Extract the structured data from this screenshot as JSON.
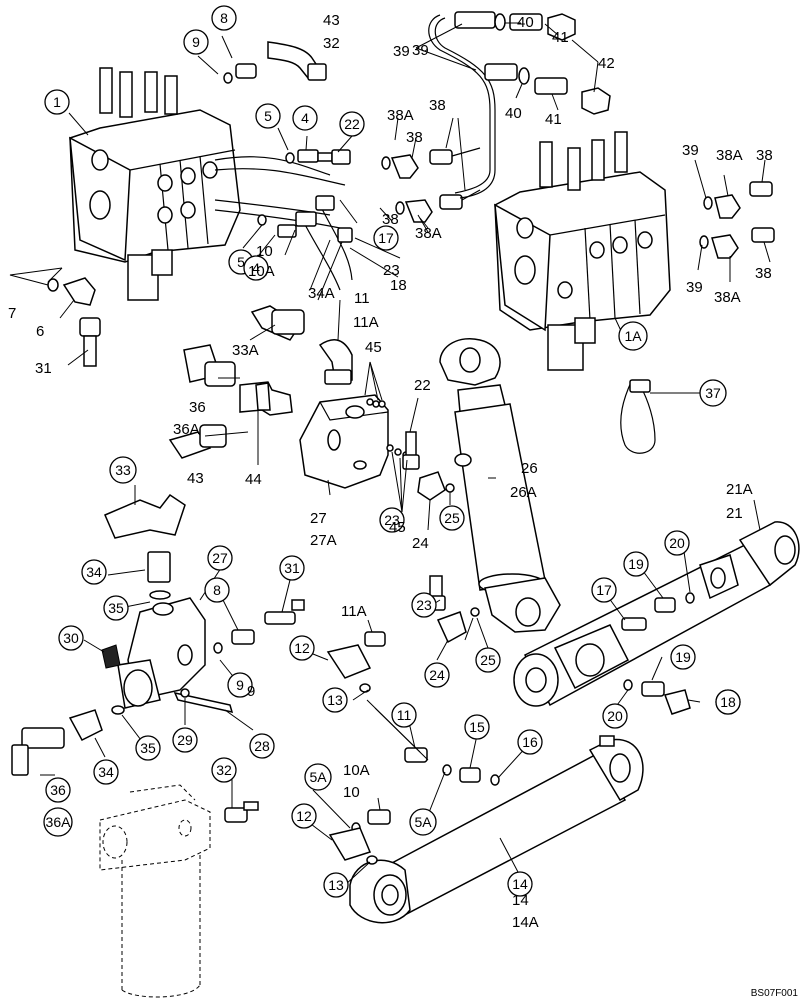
{
  "figure_code": "BS07F001",
  "callouts": [
    "1",
    "1A",
    "8",
    "9",
    "4",
    "5",
    "22",
    "17",
    "23",
    "18",
    "33",
    "34",
    "35",
    "27",
    "30",
    "36",
    "36A",
    "34",
    "35",
    "29",
    "28",
    "8",
    "9",
    "31",
    "23",
    "12",
    "13",
    "11",
    "15",
    "16",
    "19",
    "17",
    "20",
    "19",
    "18",
    "20",
    "24",
    "25",
    "25",
    "32",
    "5A",
    "12",
    "13",
    "5A",
    "14",
    "37",
    "5",
    "4"
  ],
  "labels": [
    "43",
    "32",
    "40",
    "41",
    "39",
    "42",
    "40",
    "41",
    "39",
    "38A",
    "38",
    "38",
    "38A",
    "38",
    "39",
    "38A",
    "38",
    "39",
    "38A",
    "38",
    "34A",
    "33A",
    "45",
    "36",
    "36A",
    "43",
    "44",
    "22",
    "26",
    "26A",
    "27",
    "27A",
    "45",
    "24",
    "21A",
    "21",
    "11A",
    "10A",
    "10",
    "11",
    "11A",
    "10",
    "10A",
    "14",
    "14A",
    "7",
    "6",
    "31",
    "23",
    "18",
    "9"
  ]
}
